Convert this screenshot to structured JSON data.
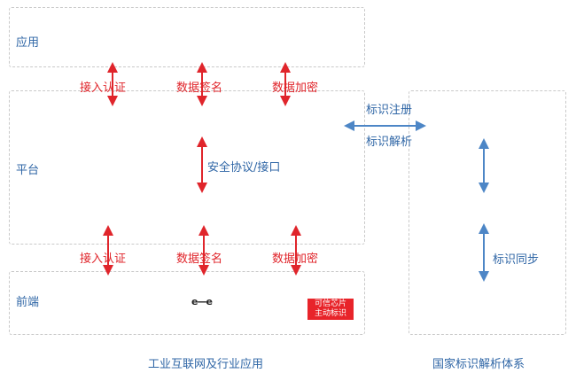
{
  "layers": {
    "app": "应用",
    "platform": "平台",
    "frontend": "前端"
  },
  "upper_labels": [
    "接入认证",
    "数据签名",
    "数据加密"
  ],
  "lower_labels": [
    "接入认证",
    "数据签名",
    "数据加密"
  ],
  "platform_center": "安全协议/接口",
  "identity": {
    "register": "标识注册",
    "resolve": "标识解析",
    "sync": "标识同步"
  },
  "badge": {
    "line1": "可信芯片",
    "line2": "主动标识"
  },
  "device_glyph": "e—e",
  "captions": {
    "left": "工业互联网及行业应用",
    "right": "国家标识解析体系"
  },
  "colors": {
    "red": "#e0252b",
    "blue": "#2f66a6",
    "border": "#c9c9c9"
  }
}
